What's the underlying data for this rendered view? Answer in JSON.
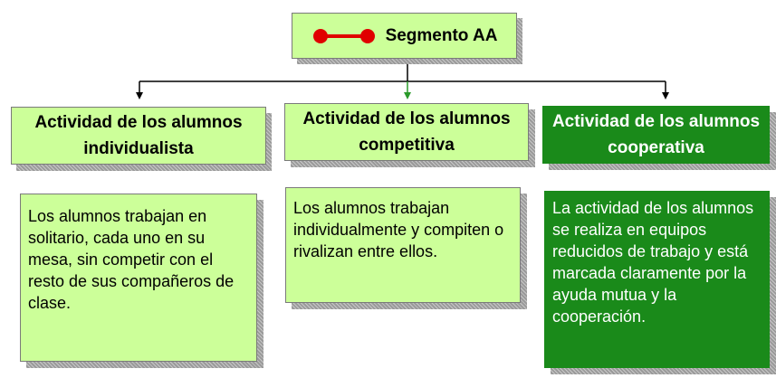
{
  "root": {
    "label": "Segmento AA"
  },
  "columns": [
    {
      "header": "Actividad de los alumnos individualista",
      "description": "Los alumnos trabajan en solitario, cada uno en su mesa, sin competir con el resto de sus compañeros de clase."
    },
    {
      "header": "Actividad de los alumnos competitiva",
      "description": "Los alumnos trabajan individualmente y compiten o rivalizan entre ellos."
    },
    {
      "header": "Actividad de los alumnos cooperativa",
      "description": "La actividad de los alumnos se realiza en equipos reducidos de trabajo y está marcada claramente por la ayuda mutua y la cooperación."
    }
  ],
  "colors": {
    "light_fill": "#ccff99",
    "dark_fill": "#1a8a1a",
    "segment_red": "#e00000",
    "connector_green": "#2a9a2a"
  }
}
